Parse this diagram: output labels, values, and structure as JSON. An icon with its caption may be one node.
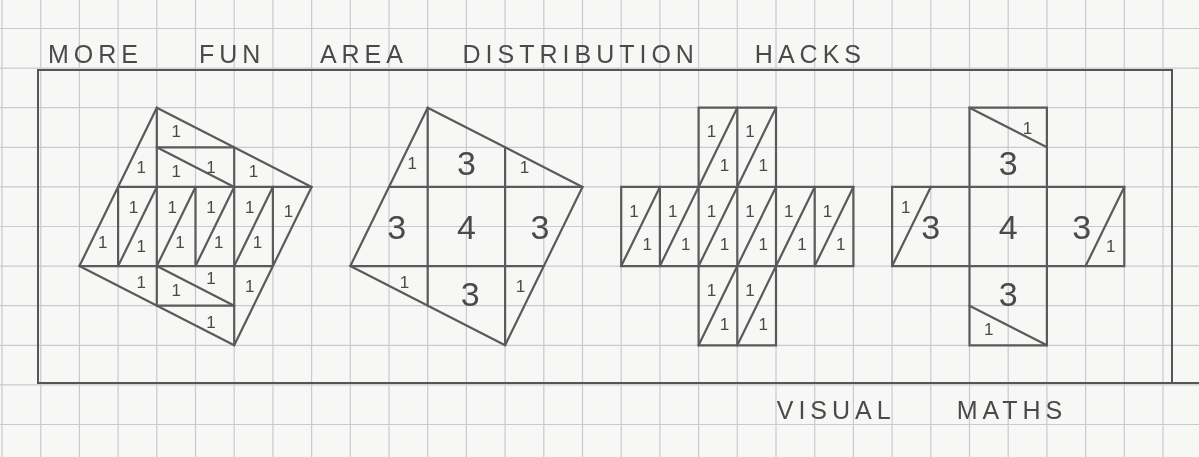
{
  "diagram": {
    "title": "MORE FUN AREA DISTRIBUTION HACKS",
    "labels": [
      "1",
      "1",
      "1",
      "1",
      "1",
      "1",
      "1",
      "1",
      "1",
      "1",
      "1",
      "1",
      "1",
      "1",
      "1",
      "1",
      "1",
      "1",
      "1",
      "1",
      "1",
      "3",
      "1",
      "3",
      "4",
      "3",
      "1",
      "3",
      "1",
      "1",
      "1",
      "1",
      "1",
      "1",
      "1",
      "1",
      "1",
      "1",
      "1",
      "1",
      "1",
      "1",
      "1",
      "1",
      "1",
      "1",
      "1",
      "1",
      "1",
      "1",
      "3",
      "1",
      "3",
      "4",
      "3",
      "1",
      "3",
      "1",
      "VISUAL MATHS"
    ]
  }
}
